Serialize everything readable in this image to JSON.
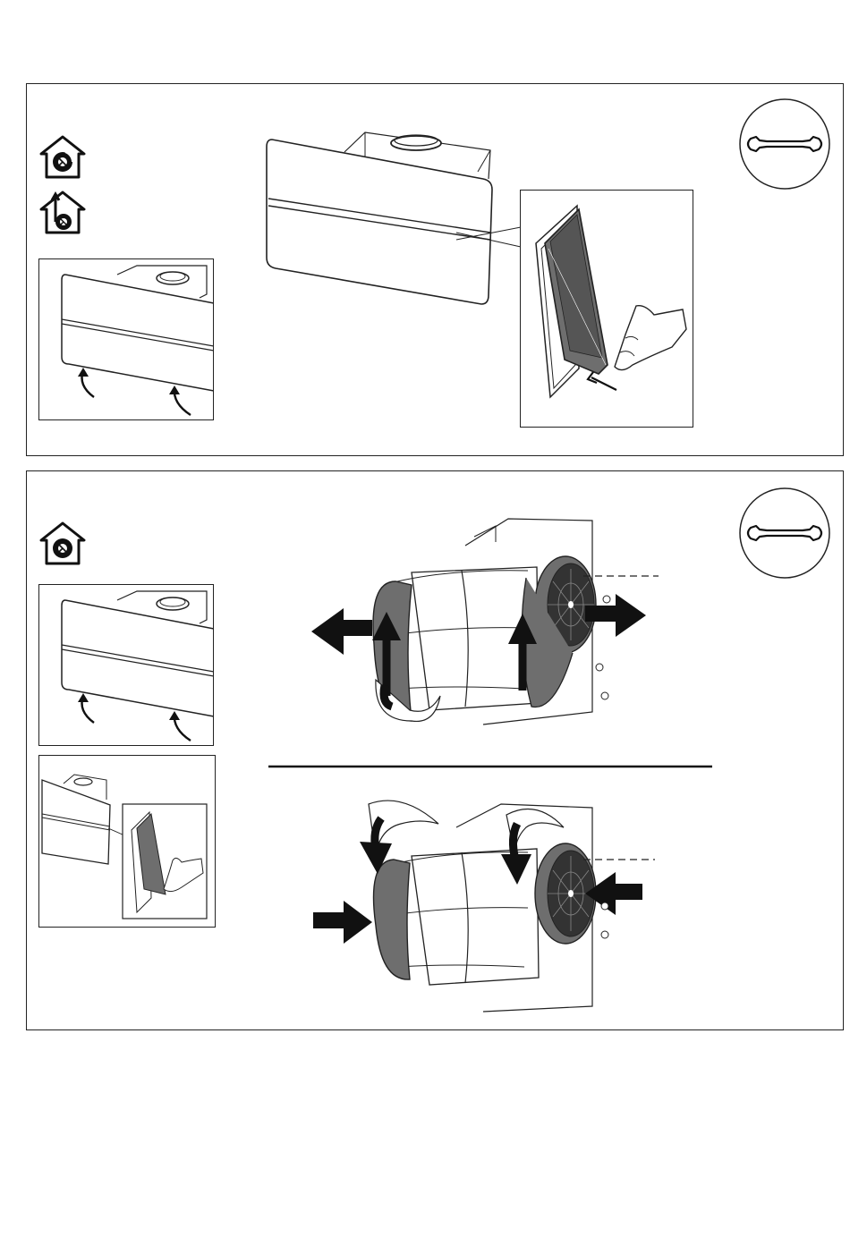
{
  "page": {
    "panels": [
      {
        "id": "filter-replacement",
        "icons": [
          "recirculation-mode-icon",
          "extraction-mode-icon",
          "wrench-icon"
        ],
        "steps": [
          "open-hood-panel",
          "remove-grease-filter"
        ]
      },
      {
        "id": "carbon-filter-replacement",
        "icons": [
          "recirculation-mode-icon",
          "wrench-icon"
        ],
        "steps": [
          "open-hood-panel",
          "remove-grease-filter",
          "twist-off-carbon-filters",
          "twist-on-carbon-filters"
        ]
      }
    ],
    "colors": {
      "line": "#1a1a1a",
      "filter_gray": "#6e6e6e",
      "background": "#ffffff"
    }
  }
}
